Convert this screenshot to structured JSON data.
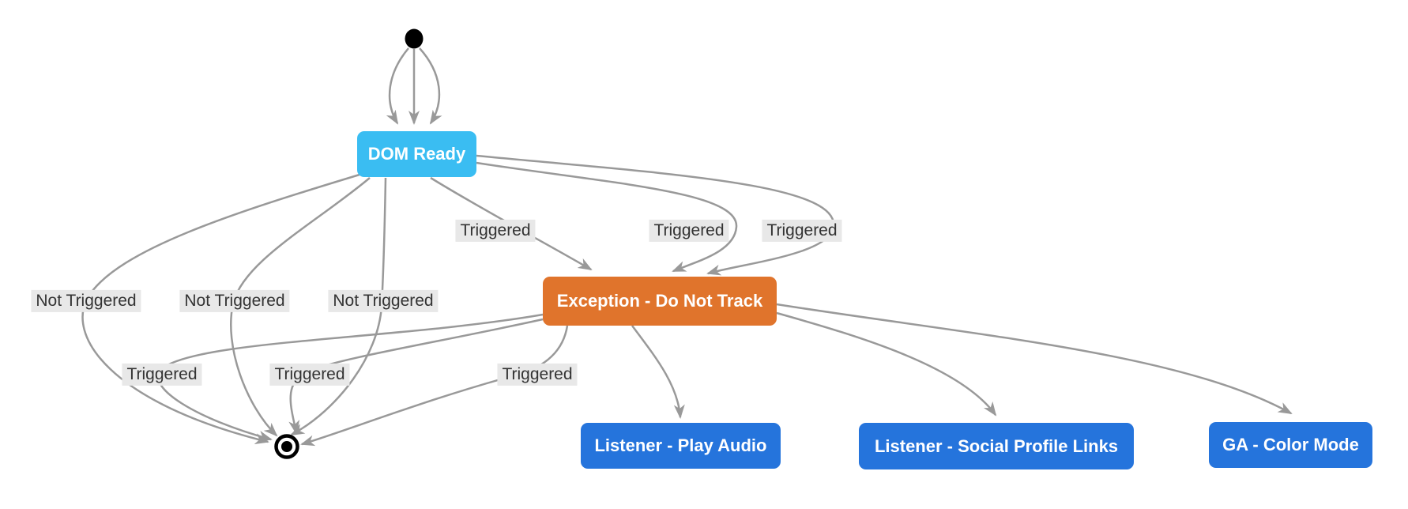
{
  "diagram": {
    "type": "state-diagram",
    "background": "#ffffff",
    "edge_color": "#999999",
    "label_bg": "#e8e8e8",
    "label_text_color": "#333333",
    "nodes": {
      "start": {
        "kind": "initial-state"
      },
      "dom_ready": {
        "label": "DOM Ready",
        "color": "#3ABDF2",
        "text_color": "#ffffff"
      },
      "exception": {
        "label": "Exception - Do Not Track",
        "color": "#E0742C",
        "text_color": "#ffffff"
      },
      "play_audio": {
        "label": "Listener - Play Audio",
        "color": "#2574DC",
        "text_color": "#ffffff"
      },
      "social_links": {
        "label": "Listener - Social Profile Links",
        "color": "#2574DC",
        "text_color": "#ffffff"
      },
      "ga_color_mode": {
        "label": "GA - Color Mode",
        "color": "#2574DC",
        "text_color": "#ffffff"
      },
      "end": {
        "kind": "final-state"
      }
    },
    "edges": [
      {
        "from": "start",
        "to": "dom_ready",
        "label": ""
      },
      {
        "from": "start",
        "to": "dom_ready",
        "label": ""
      },
      {
        "from": "start",
        "to": "dom_ready",
        "label": ""
      },
      {
        "from": "dom_ready",
        "to": "exception",
        "label": "Triggered"
      },
      {
        "from": "dom_ready",
        "to": "exception",
        "label": "Triggered"
      },
      {
        "from": "dom_ready",
        "to": "exception",
        "label": "Triggered"
      },
      {
        "from": "dom_ready",
        "to": "end",
        "label": "Not Triggered"
      },
      {
        "from": "dom_ready",
        "to": "end",
        "label": "Not Triggered"
      },
      {
        "from": "dom_ready",
        "to": "end",
        "label": "Not Triggered"
      },
      {
        "from": "exception",
        "to": "end",
        "label": "Triggered"
      },
      {
        "from": "exception",
        "to": "end",
        "label": "Triggered"
      },
      {
        "from": "exception",
        "to": "end",
        "label": "Triggered"
      },
      {
        "from": "exception",
        "to": "play_audio",
        "label": ""
      },
      {
        "from": "exception",
        "to": "social_links",
        "label": ""
      },
      {
        "from": "exception",
        "to": "ga_color_mode",
        "label": ""
      }
    ]
  }
}
